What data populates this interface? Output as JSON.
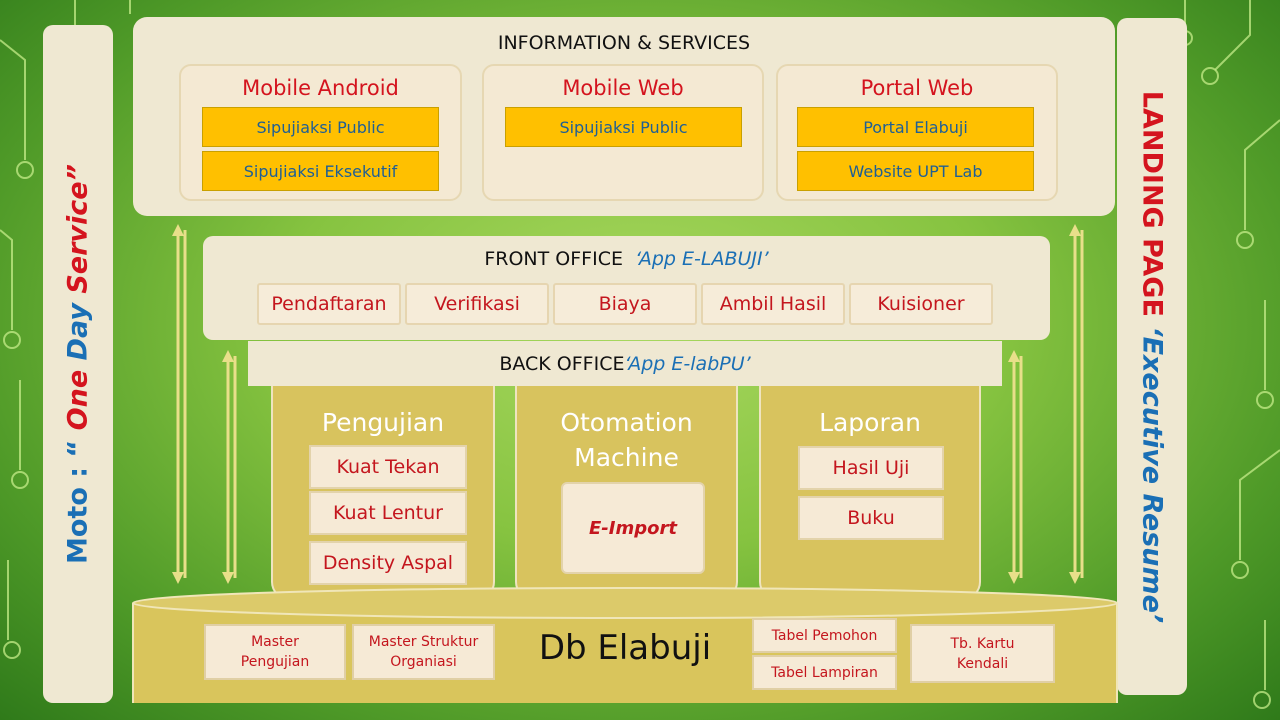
{
  "left_banner": {
    "prefix": "Moto : “ ",
    "one": "One ",
    "day": "Day ",
    "service": "Service”"
  },
  "right_banner": {
    "landing": "LANDING PAGE ",
    "executive": "‘Executive Resume’"
  },
  "info": {
    "title": "INFORMATION & SERVICES",
    "mobile_android": {
      "title": "Mobile Android",
      "items": [
        "Sipujiaksi Public",
        "Sipujiaksi Eksekutif"
      ]
    },
    "mobile_web": {
      "title": "Mobile Web",
      "items": [
        "Sipujiaksi Public"
      ]
    },
    "portal_web": {
      "title": "Portal Web",
      "items": [
        "Portal Elabuji",
        "Website UPT Lab"
      ]
    }
  },
  "front_office": {
    "title": "FRONT OFFICE",
    "app": "‘App E-LABUJI’",
    "items": [
      "Pendaftaran",
      "Verifikasi",
      "Biaya",
      "Ambil Hasil",
      "Kuisioner"
    ]
  },
  "back_office": {
    "title": "BACK OFFICE ",
    "app": "‘App E-labPU’"
  },
  "pengujian": {
    "title": "Pengujian",
    "items": [
      "Kuat Tekan",
      "Kuat Lentur",
      "Density Aspal"
    ]
  },
  "otomation": {
    "title_line1": "Otomation",
    "title_line2": "Machine",
    "item": "E-Import"
  },
  "laporan": {
    "title": "Laporan",
    "items": [
      "Hasil Uji",
      "Buku"
    ]
  },
  "db": {
    "title": "Db Elabuji",
    "master_pengujian": [
      "Master",
      "Pengujian"
    ],
    "master_struktur": [
      "Master Struktur",
      "Organiasi"
    ],
    "tabel_pemohon": "Tabel Pemohon",
    "tabel_lampiran": "Tabel Lampiran",
    "kartu_kendali": [
      "Tb. Kartu",
      "Kendali"
    ]
  }
}
